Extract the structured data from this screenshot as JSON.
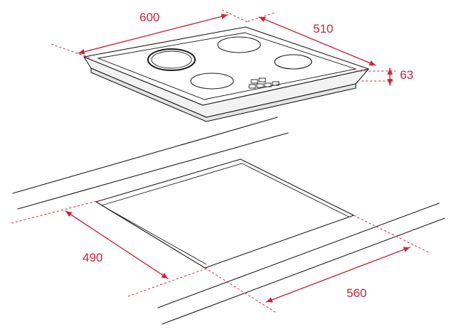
{
  "colors": {
    "accent": "#d0243a",
    "line": "#1a1a1a"
  },
  "dimensions": {
    "hob_width": "600",
    "hob_depth": "510",
    "hob_height": "63",
    "cutout_depth": "490",
    "cutout_width": "560"
  }
}
